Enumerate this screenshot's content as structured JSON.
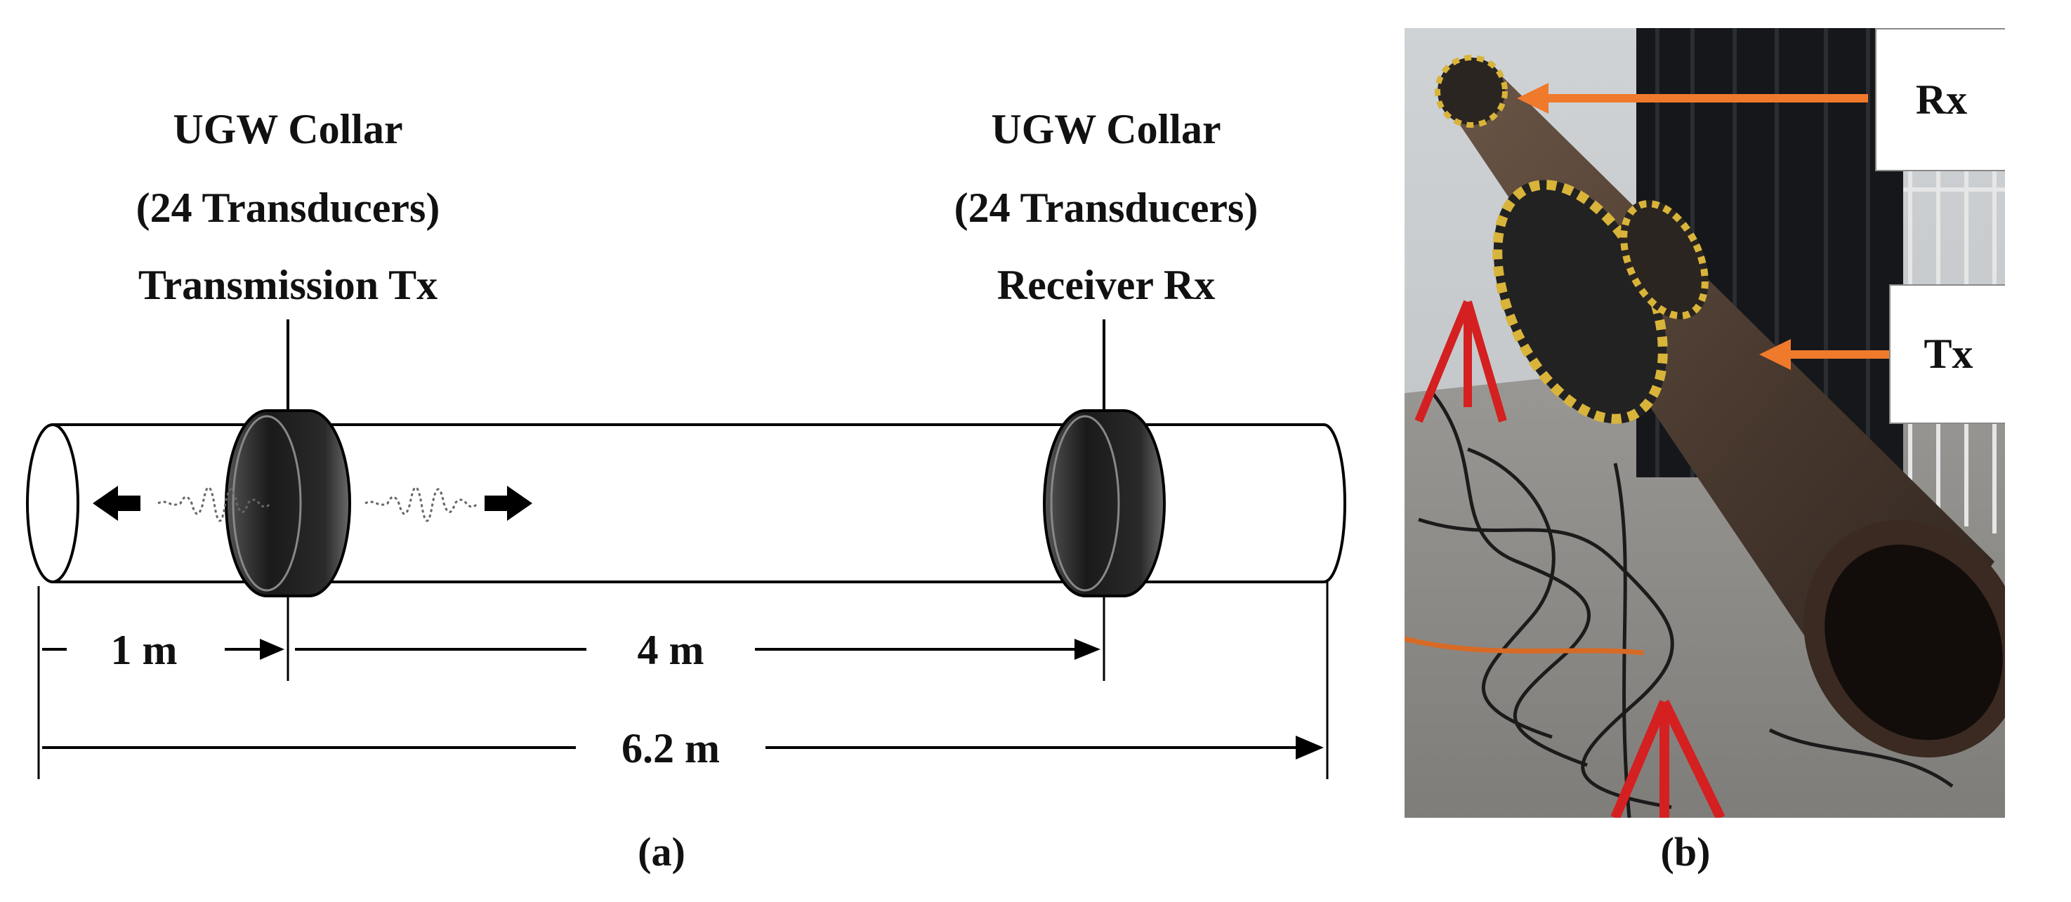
{
  "panel_a": {
    "tx_collar": {
      "line1": "UGW Collar",
      "line2": "(24 Transducers)",
      "line3": "Transmission Tx"
    },
    "rx_collar": {
      "line1": "UGW Collar",
      "line2": "(24 Transducers)",
      "line3": "Receiver Rx"
    },
    "dim_1": "1 m",
    "dim_2": "4 m",
    "dim_3": "6.2 m",
    "caption": "(a)"
  },
  "panel_b": {
    "label_rx": "Rx",
    "label_tx": "Tx",
    "caption": "(b)",
    "arrow_color": "#f07a2b"
  },
  "colors": {
    "collar": "#1c1c1c",
    "pipe_photo": "#4a3a30",
    "stand": "#d42020",
    "transducer": "#d9b43a"
  }
}
